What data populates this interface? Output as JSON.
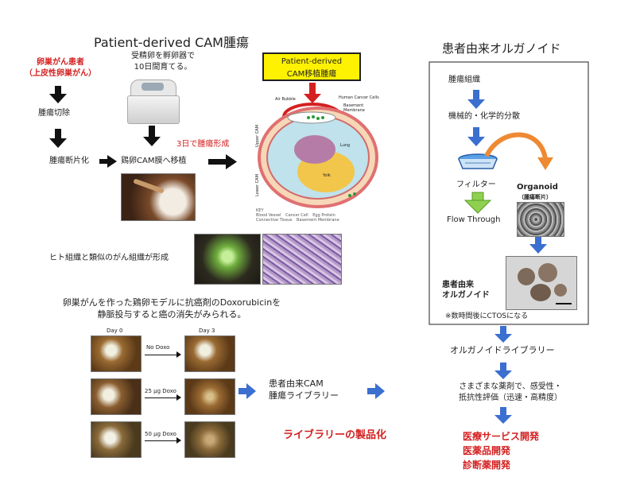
{
  "left_panel": {
    "title": "Patient-derived CAM腫瘍",
    "patient_label": "卵巣がん患者\n（上皮性卵巣がん）",
    "incubate_text": "受精卵を孵卵器で\n10日間育てる。",
    "callout_box": "Patient-derived\nCAM移植腫瘍",
    "tumor_resection": "腫瘍切除",
    "tumor_fragment": "腫瘍断片化",
    "cam_transplant": "鶏卵CAM膜へ移植",
    "tumor_formation": "3日で腫瘍形成",
    "similar_tissue": "ヒト組織と類似のがん組織が形成",
    "doxo_caption": "卵巣がんを作った鶏卵モデルに抗癌剤のDoxorubicinを\n静脈投与すると癌の消失がみられる。",
    "day0": "Day 0",
    "day3": "Day 3",
    "no_doxo": "No Doxo",
    "doxo25": "25 μg Doxo",
    "doxo50": "50 μg Doxo",
    "library_label": "患者由来CAM\n腫瘍ライブラリー",
    "productization": "ライブラリーの製品化"
  },
  "egg_diagram": {
    "air_bubble": "Air Bubble",
    "human_cancer_cells": "Human Cancer Cells",
    "basement_membrane": "Basement Membrane",
    "upper_cam": "Upper CAM",
    "lower_cam": "Lower CAM",
    "yolk": "Yolk",
    "lung": "Lung",
    "key": "KEY",
    "legend": [
      "Blood Vessel",
      "Cancer Cell",
      "Egg Protein",
      "Connective Tissue",
      "Basement Membrane"
    ]
  },
  "right_panel": {
    "title": "患者由来オルガノイド",
    "tumor_tissue": "腫瘍組織",
    "dispersion": "機械的・化学的分散",
    "filter": "フィルター",
    "flow_through": "Flow Through",
    "organoid": "Organoid",
    "organoid_sub": "（腫瘍断片）",
    "patient_organoid": "患者由来\nオルガノイド",
    "ctos_note": "※数時間後にCTOSになる",
    "library": "オルガノイドライブラリー",
    "evaluation": "さまざまな薬剤で、感受性・\n抵抗性評価（迅速・高精度）",
    "outcomes": [
      "医療サービス開発",
      "医薬品開発",
      "診断薬開発"
    ]
  },
  "colors": {
    "blue_arrow": "#3b6fd0",
    "black_arrow": "#111111",
    "red": "#d42020",
    "orange_arrow": "#ee8a33",
    "green_arrow": "#8fd14f",
    "yellow_box": "#fff200"
  }
}
